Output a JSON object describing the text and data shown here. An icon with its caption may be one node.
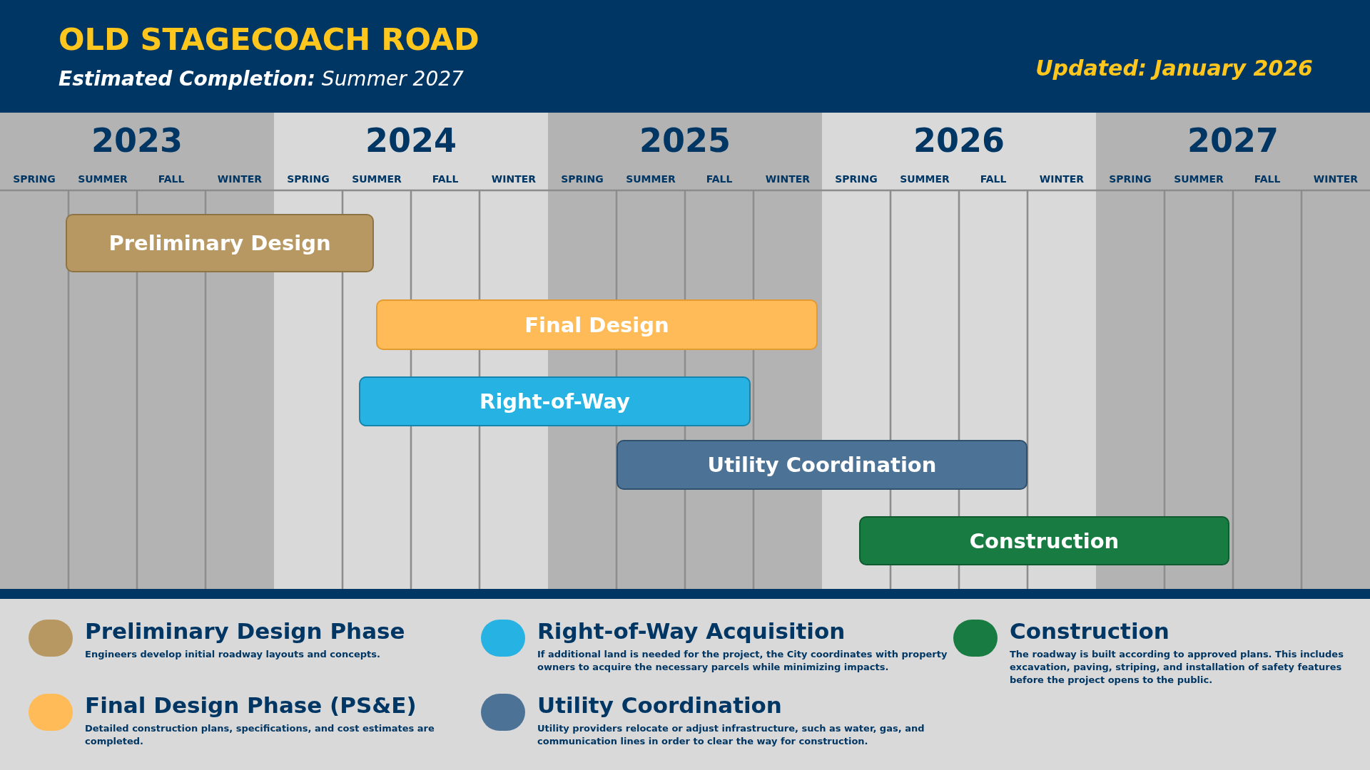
{
  "diagram": {
    "title": "OLD STAGECOACH ROAD",
    "nodes": [
      {
        "text": [
          "Preliminary Design"
        ]
      },
      {
        "text": [
          "Final Design"
        ]
      },
      {
        "text": [
          "Right-of-Way"
        ]
      },
      {
        "text": [
          "Utility Coordination"
        ]
      },
      {
        "text": [
          "Construction"
        ]
      }
    ],
    "labels": [
      "**Estimated Completion:** Summer 2027",
      "Updated: January 2026",
      "2023",
      "2024",
      "2025",
      "2026",
      "2027",
      "SPRING",
      "SUMMER",
      "FALL",
      "WINTER",
      "SPRING",
      "SUMMER",
      "FALL",
      "WINTER",
      "SPRING",
      "SUMMER",
      "FALL",
      "WINTER",
      "SPRING",
      "SUMMER",
      "FALL",
      "WINTER",
      "SPRING",
      "SUMMER",
      "FALL",
      "WINTER",
      "Engineers develop initial roadway layouts and concepts.",
      "If additional land is needed for the project, the City coordinates with property owners to acquire the necessary parcels while minimizing impacts.",
      "The roadway is built according to approved plans. This includes excavation, paving, striping, and installation of safety features before the project opens to the public.",
      "Detailed construction plans, specifications, and cost estimates are completed.",
      "Utility providers relocate or adjust infrastructure, such as water, gas, and communication lines in order to clear the way for construction."
    ],
    "legend": [
      {
        "text": "Preliminary Design Phase",
        "color": "#b89862"
      },
      {
        "text": "Right-of-Way Acquisition",
        "color": "#26b2e2"
      },
      {
        "text": "Construction",
        "color": "#187b41"
      },
      {
        "text": "Final Design Phase (PS&E)",
        "color": "#ffbb58"
      },
      {
        "text": "Utility Coordination",
        "color": "#4c7396"
      }
    ]
  }
}
